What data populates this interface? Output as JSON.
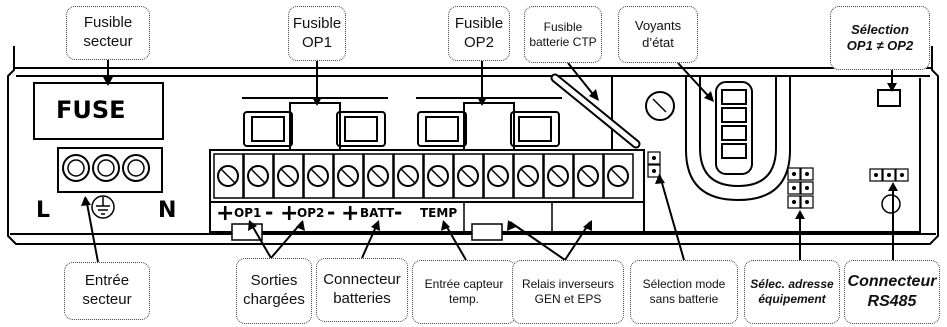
{
  "board": {
    "fuse_text": "FUSE",
    "terminal_L": "L",
    "terminal_N": "N",
    "strip_op1": "OP1",
    "strip_op2": "OP2",
    "strip_batt": "BATT",
    "strip_temp": "TEMP",
    "plus": "+",
    "minus": "-"
  },
  "labels": {
    "fusible_secteur": "Fusible\nsecteur",
    "fusible_op1": "Fusible\nOP1",
    "fusible_op2": "Fusible\nOP2",
    "fusible_batterie": "Fusible\nbatterie CTP",
    "voyants": "Voyants\nd’état",
    "selection_op": "Sélection\nOP1 ≠ OP2",
    "entree_secteur": "Entrée\nsecteur",
    "sorties_chargees": "Sorties\nchargées",
    "connecteur_batteries": "Connecteur\nbatteries",
    "entree_capteur": "Entrée capteur\ntemp.",
    "relais": "Relais inverseurs\nGEN et EPS",
    "selection_mode": "Sélection mode\nsans batterie",
    "selec_adresse": "Sélec. adresse\néquipement",
    "connecteur_rs485": "Connecteur\nRS485"
  }
}
